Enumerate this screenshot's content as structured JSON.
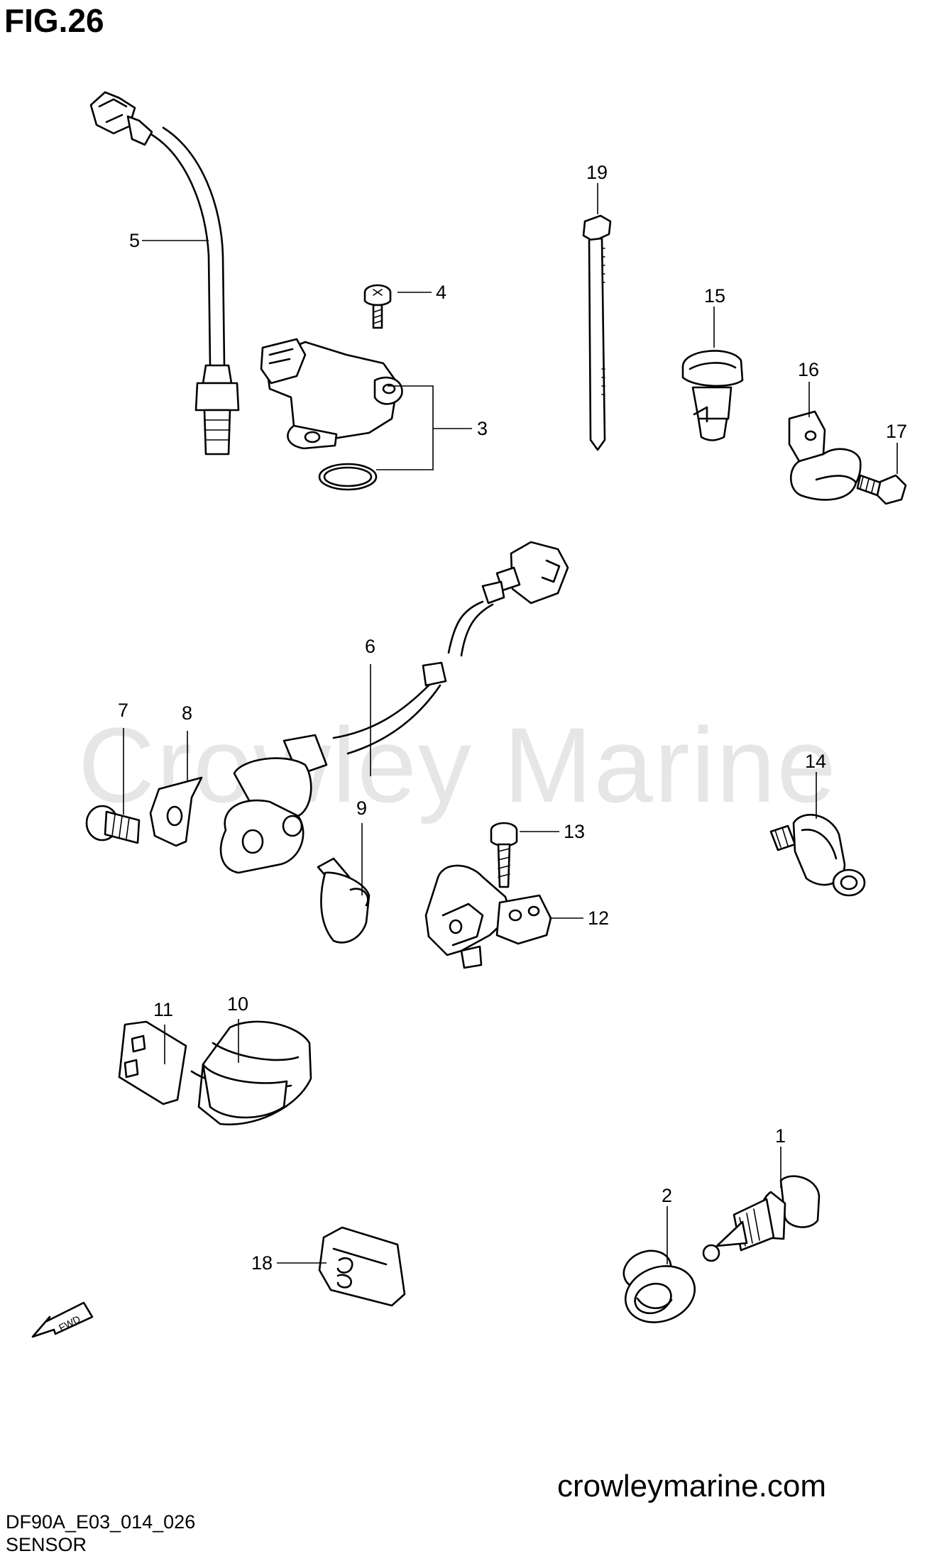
{
  "figure": {
    "title": "FIG.26",
    "caption": "SENSOR",
    "code": "DF90A_E03_014_026"
  },
  "watermark": {
    "text": "Crowley Marine",
    "site": "crowleymarine.com"
  },
  "direction_badge": "FWD",
  "callouts": {
    "c1": "1",
    "c2": "2",
    "c3": "3",
    "c4": "4",
    "c5": "5",
    "c6": "6",
    "c7": "7",
    "c8": "8",
    "c9": "9",
    "c10": "10",
    "c11": "11",
    "c12": "12",
    "c13": "13",
    "c14": "14",
    "c15": "15",
    "c16": "16",
    "c17": "17",
    "c18": "18",
    "c19": "19"
  },
  "colors": {
    "ink": "#000000",
    "watermark": "#e6e6e6",
    "background": "#ffffff"
  }
}
